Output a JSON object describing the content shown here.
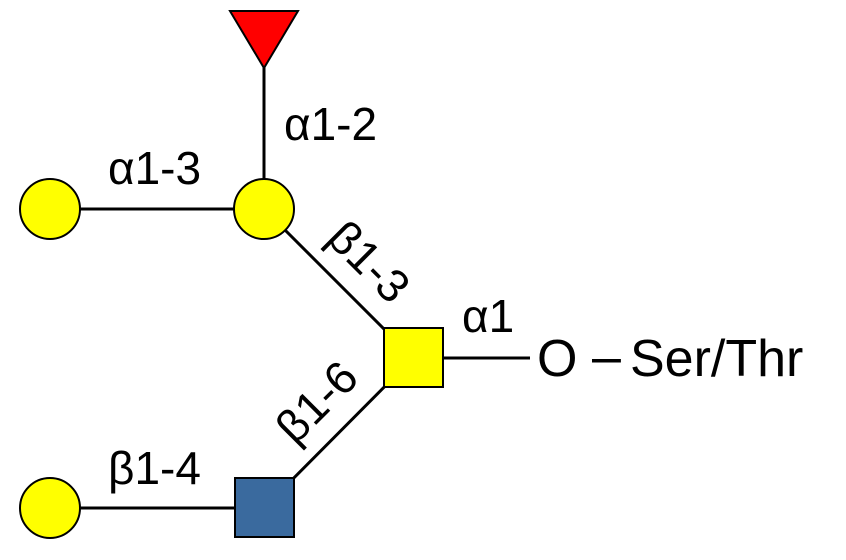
{
  "colors": {
    "galactose": "#FFFF00",
    "fucose": "#FF0000",
    "glcnac": "#3A6A9E",
    "outline": "#000000"
  },
  "residues": {
    "fucose": {
      "symbol": "red-triangle",
      "name": ""
    },
    "gal_terminal_upper": {
      "symbol": "yellow-circle",
      "name": ""
    },
    "gal_branch": {
      "symbol": "yellow-circle",
      "name": ""
    },
    "galnac_core": {
      "symbol": "yellow-square",
      "name": ""
    },
    "glcnac_branch": {
      "symbol": "blue-square",
      "name": ""
    },
    "gal_terminal_lower": {
      "symbol": "yellow-circle",
      "name": ""
    }
  },
  "linkages": {
    "fuc_gal": "α1-2",
    "gal_gal": "α1-3",
    "gal_galnac": "β1-3",
    "glcnac_galnac": "β1-6",
    "gal_glcnac": "β1-4",
    "galnac_o": "α1"
  },
  "attachment": {
    "oxygen": "O",
    "dash": "–",
    "amino_acid": "Ser/Thr"
  }
}
